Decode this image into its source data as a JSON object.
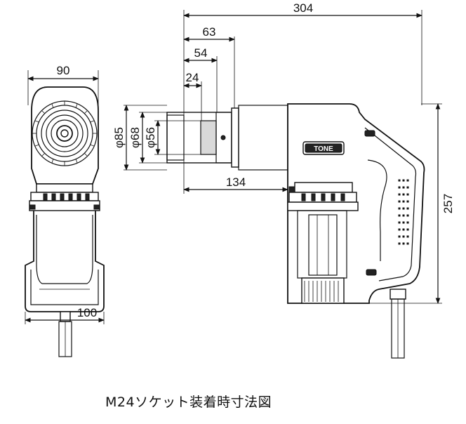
{
  "dimensions": {
    "overall_length": "304",
    "socket_63": "63",
    "socket_54": "54",
    "socket_24": "24",
    "front_width": "90",
    "head_to_handle": "134",
    "base_width": "100",
    "height": "257",
    "dia_85": "φ85",
    "dia_68": "φ68",
    "dia_56": "φ56"
  },
  "brand_logo": "TONE",
  "caption": "M24ソケット装着時寸法図"
}
